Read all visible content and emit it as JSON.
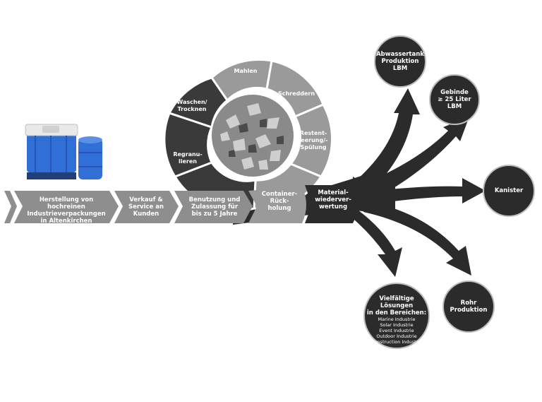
{
  "process_steps": [
    {
      "label": "Herstellung von hochreinen\nIndustrieverpackungen\nin Altenkirchen"
    },
    {
      "label": "Verkauf &\nService an\nKunden"
    },
    {
      "label": "Benutzung und\nZulassung für\nbis zu 5 Jahre"
    },
    {
      "label": "Container-\nRück-\nholung"
    },
    {
      "label": "Material-\nwiederver-\nwertung"
    }
  ],
  "recycling_cycle": [
    {
      "label": "Mahlen"
    },
    {
      "label": "Schreddern"
    },
    {
      "label": "Restent-\nleerung/-\nSpülung"
    },
    {
      "label": "Regranu-\nlieren"
    },
    {
      "label": "Waschen/\nTrocknen"
    }
  ],
  "outputs": {
    "abwassertank": "Abwassertank\nProduktion\nLBM",
    "gebinde": "Gebinde\n≥ 25 Liter\nLBM",
    "kanister": "Kanister",
    "rohr": "Rohr\nProduktion",
    "vielfaeltig_title": "Vielfältige Lösungen\nin den Bereichen:",
    "vielfaeltig_items": [
      "Marine Industrie",
      "Solar Industrie",
      "Event Industrie",
      "Outdoor Industrie",
      "Construction Industrie"
    ]
  },
  "colors": {
    "chevron_gray": "#8e8e8e",
    "dark": "#2b2b2b",
    "ring_light": "#9a9a9a",
    "ring_dark": "#3a3a3a",
    "container_blue": "#2f6fd6"
  }
}
